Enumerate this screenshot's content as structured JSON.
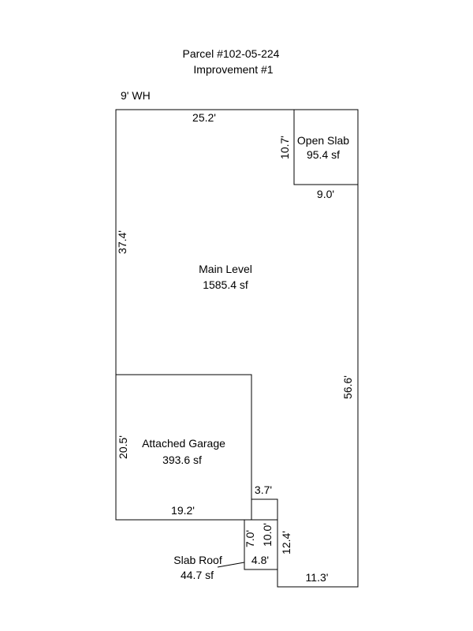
{
  "header": {
    "parcel": "Parcel #102-05-224",
    "improvement": "Improvement #1"
  },
  "features": {
    "water_heater": "9' WH"
  },
  "areas": {
    "main_level": {
      "name": "Main Level",
      "area": "1585.4 sf"
    },
    "open_slab": {
      "name": "Open Slab",
      "area": "95.4 sf"
    },
    "attached_garage": {
      "name": "Attached Garage",
      "area": "393.6 sf"
    },
    "slab_roof": {
      "name": "Slab Roof",
      "area": "44.7 sf"
    }
  },
  "dimensions": {
    "top_width": "25.2'",
    "left_upper": "37.4'",
    "open_slab_height": "10.7'",
    "open_slab_width": "9.0'",
    "right_side": "56.6'",
    "garage_height": "20.5'",
    "garage_width": "19.2'",
    "step_width": "3.7'",
    "slab_roof_height": "7.0'",
    "step_inner": "10.0'",
    "step_outer": "12.4'",
    "slab_roof_width": "4.8'",
    "bottom_width": "11.3'"
  },
  "colors": {
    "line": "#000000",
    "background": "#ffffff"
  }
}
